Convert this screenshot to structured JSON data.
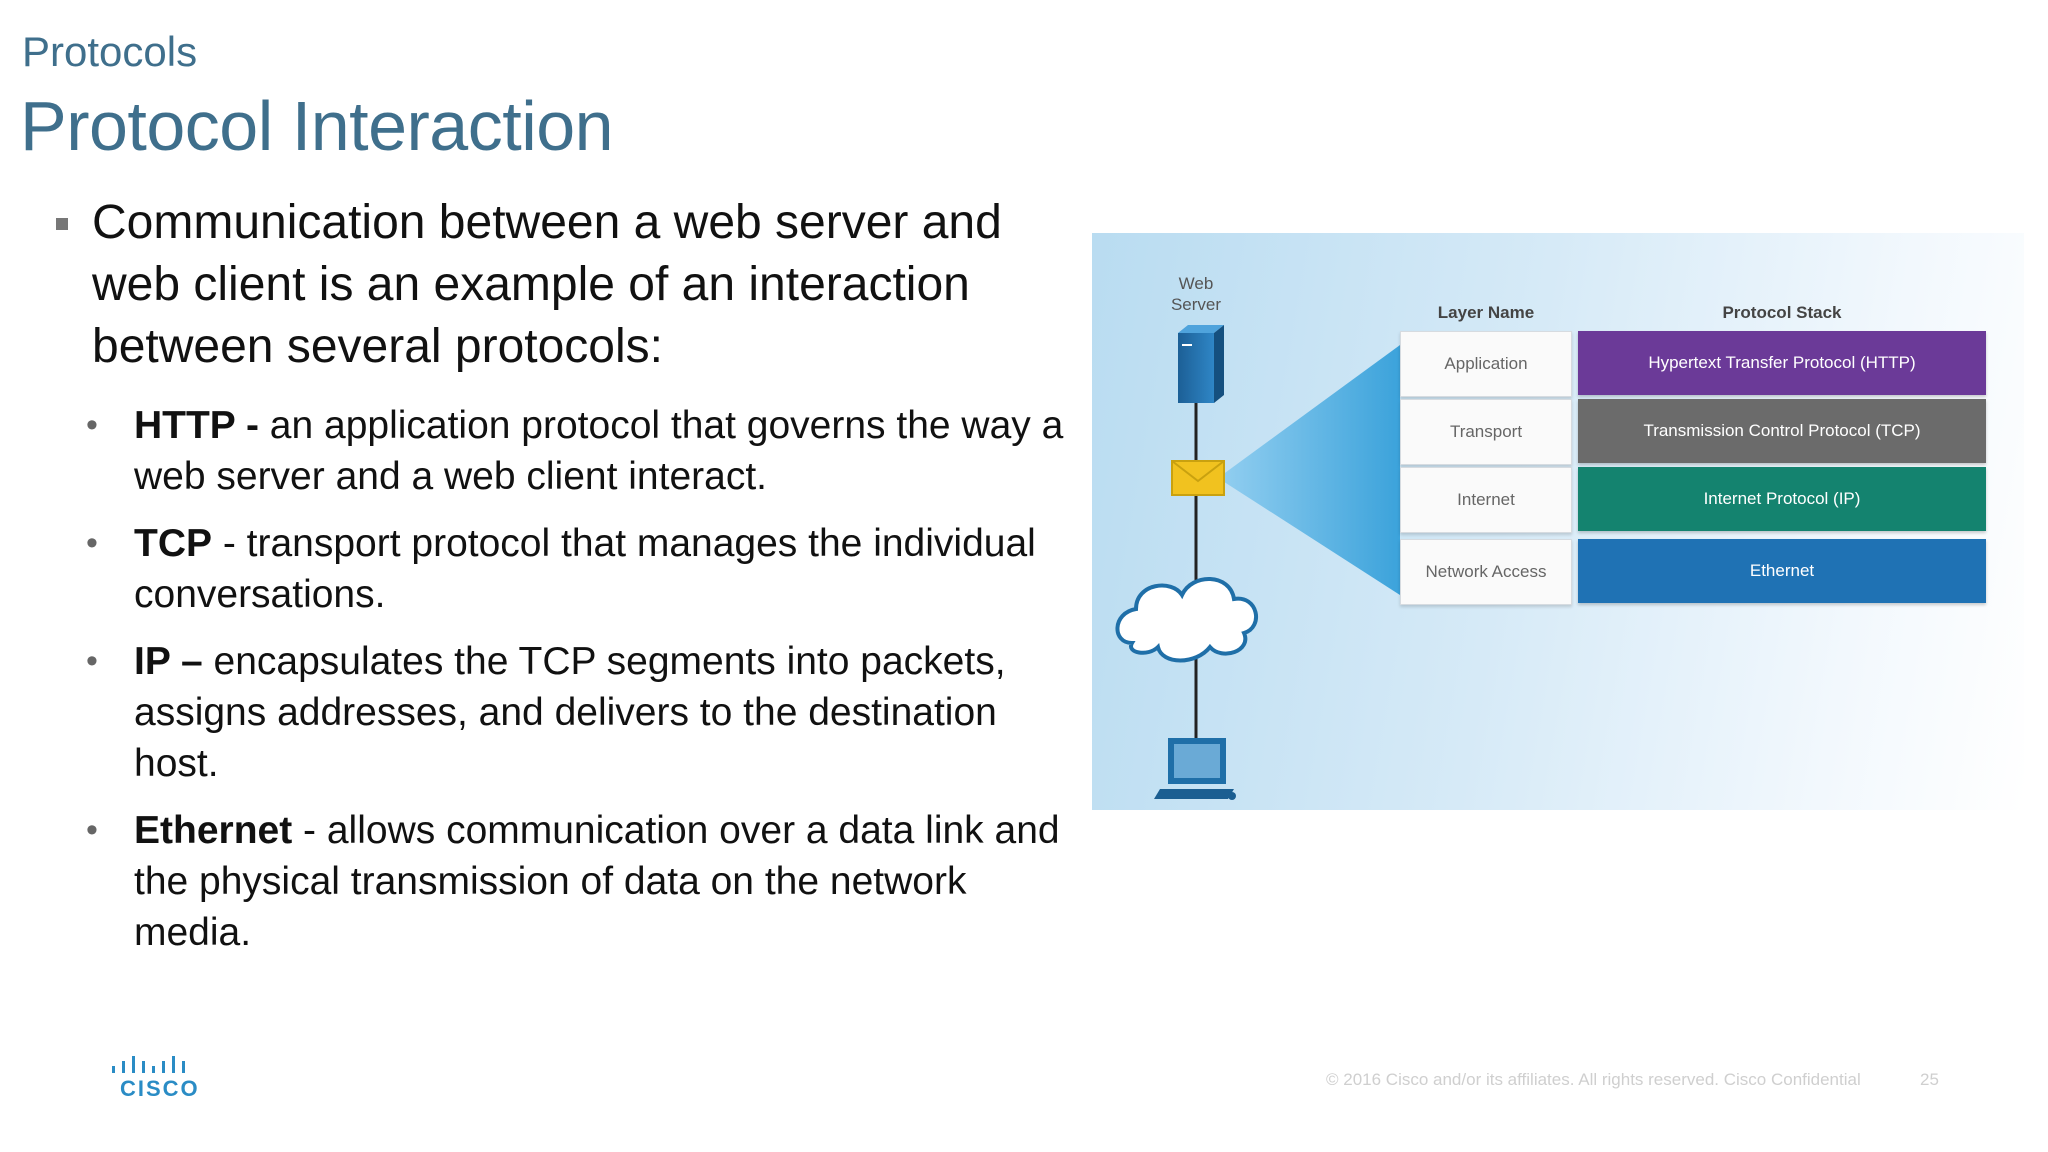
{
  "header": {
    "section": "Protocols",
    "title": "Protocol Interaction"
  },
  "main_bullet": "Communication between a web server and web client is an example of an interaction between several protocols:",
  "sub_bullets": [
    {
      "term": "HTTP -",
      "text": " an application protocol that governs the way a web server and a web client interact."
    },
    {
      "term": "TCP",
      "text": " - transport protocol that manages the individual conversations."
    },
    {
      "term": "IP –",
      "text": " encapsulates the TCP segments into packets, assigns addresses, and delivers to the destination host."
    },
    {
      "term": "Ethernet",
      "text": " - allows communication over a data link and the physical transmission of data on the network media."
    }
  ],
  "diagram": {
    "web_server_label": "Web Server",
    "layer_name_header": "Layer Name",
    "protocol_stack_header": "Protocol Stack",
    "layers": [
      {
        "name": "Application",
        "protocol": "Hypertext Transfer Protocol (HTTP)",
        "color": "#6b3a98"
      },
      {
        "name": "Transport",
        "protocol": "Transmission Control Protocol (TCP)",
        "color": "#6b6b6b"
      },
      {
        "name": "Internet",
        "protocol": "Internet Protocol (IP)",
        "color": "#14836f"
      },
      {
        "name": "Network Access",
        "protocol": "Ethernet",
        "color": "#1f72b4"
      }
    ],
    "icons": [
      "server-icon",
      "envelope-icon",
      "cloud-icon",
      "client-computer-icon"
    ]
  },
  "footer": {
    "logo_text": "CISCO",
    "copyright": "© 2016  Cisco and/or its affiliates. All rights reserved.   Cisco Confidential",
    "page_number": "25"
  },
  "colors": {
    "title": "#3f6f8c",
    "cisco_blue": "#2a8cc5"
  }
}
